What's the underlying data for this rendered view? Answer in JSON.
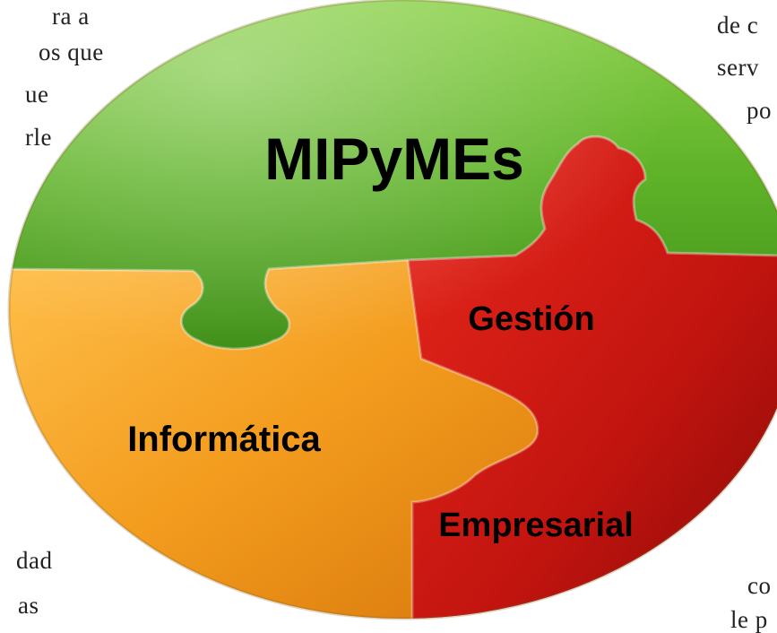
{
  "puzzle": {
    "title": "MIPyMEs",
    "pieces": [
      {
        "label": "Gestión",
        "color": "#cc1a12"
      },
      {
        "label": "Informática",
        "color": "#f5a021"
      },
      {
        "label": "Empresarial",
        "color": "#cc1a12"
      }
    ],
    "top_color": "#62b52a"
  },
  "text_fragments": {
    "left": [
      "ra a",
      "os que",
      "ue",
      "rle",
      "dad",
      "as"
    ],
    "right": [
      "de c",
      "serv",
      "po",
      "co",
      "le p"
    ]
  }
}
